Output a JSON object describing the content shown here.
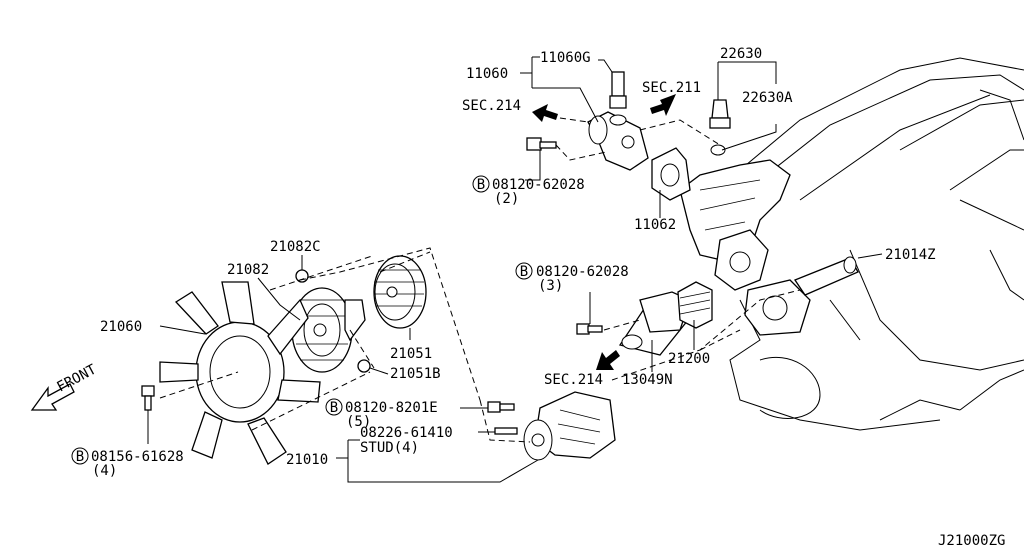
{
  "diagram_id": "J21000ZG",
  "callouts": {
    "c11060": "11060",
    "c11060g": "11060G",
    "c22630": "22630",
    "c22630a": "22630A",
    "sec211": "SEC.211",
    "sec214a": "SEC.214",
    "bolt1": "08120-62028",
    "bolt1_qty": "(2)",
    "c11062": "11062",
    "c21082c": "21082C",
    "c21082": "21082",
    "c21060": "21060",
    "c21051": "21051",
    "c21051b": "21051B",
    "bolt2": "08120-62028",
    "bolt2_qty": "(3)",
    "c21014z": "21014Z",
    "c21200": "21200",
    "sec214b": "SEC.214",
    "c13049n": "13049N",
    "bolt3": "08120-8201E",
    "bolt3_qty": "(5)",
    "stud": "08226-61410",
    "stud_label": "STUD(4)",
    "c21010": "21010",
    "bolt4": "08156-61628",
    "bolt4_qty": "(4)",
    "front": "FRONT",
    "b_marker": "B"
  }
}
